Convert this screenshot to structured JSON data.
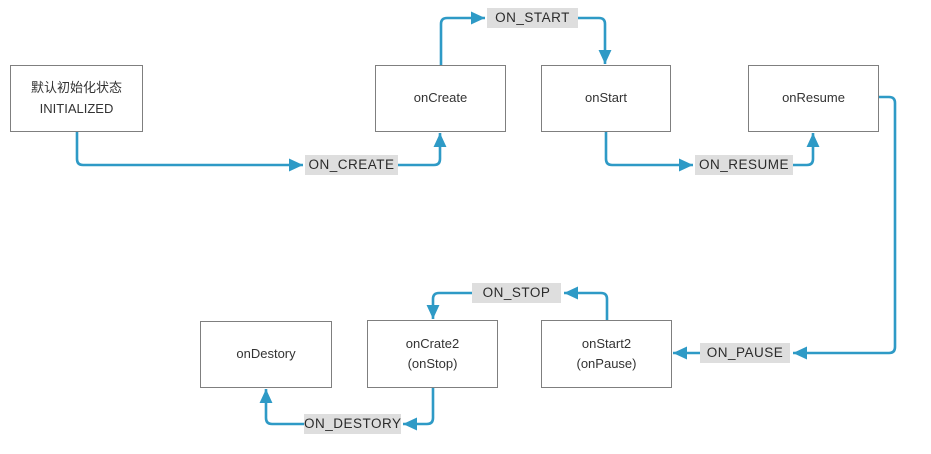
{
  "diagram": {
    "description": "Android lifecycle state flow diagram",
    "colors": {
      "arrow": "#2e9ac6",
      "box_border": "#7f7f7f",
      "box_bg": "#ffffff",
      "label_bg": "#dedede",
      "text": "#333333"
    },
    "nodes": {
      "initialized": {
        "line1": "默认初始化状态",
        "line2": "INITIALIZED"
      },
      "onCreate": {
        "line1": "onCreate"
      },
      "onStart": {
        "line1": "onStart"
      },
      "onResume": {
        "line1": "onResume"
      },
      "onDestory": {
        "line1": "onDestory"
      },
      "onCrate2": {
        "line1": "onCrate2",
        "line2": "(onStop)"
      },
      "onStart2": {
        "line1": "onStart2",
        "line2": "(onPause)"
      }
    },
    "events": {
      "on_start": "ON_START",
      "on_create": "ON_CREATE",
      "on_resume": "ON_RESUME",
      "on_pause": "ON_PAUSE",
      "on_stop": "ON_STOP",
      "on_destory": "ON_DESTORY"
    }
  }
}
